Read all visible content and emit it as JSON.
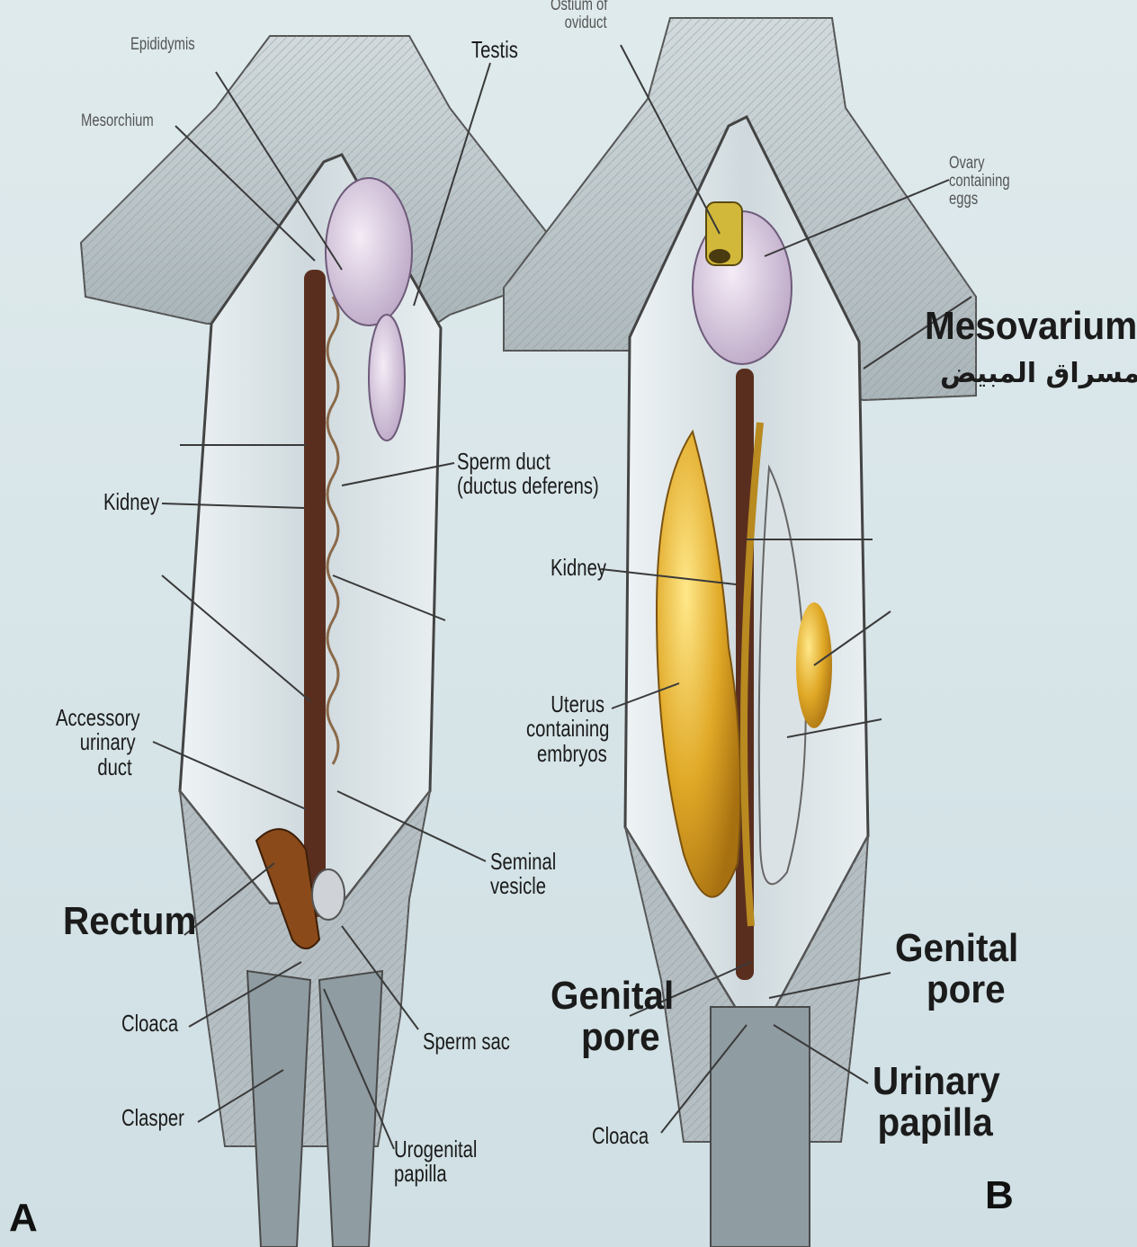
{
  "panels": {
    "a": {
      "letter": "A",
      "labels": {
        "epididymis": "Epididymis",
        "testis": "Testis",
        "mesorchium": "Mesorchium",
        "kidney": "Kidney",
        "sperm_duct": [
          "Sperm duct",
          "(ductus deferens)"
        ],
        "accessory_urinary_duct": [
          "Accessory",
          "urinary",
          "duct"
        ],
        "seminal_vesicle": [
          "Seminal",
          "vesicle"
        ],
        "rectum": "Rectum",
        "cloaca": "Cloaca",
        "sperm_sac": "Sperm sac",
        "clasper": "Clasper",
        "urogenital_papilla": [
          "Urogenital",
          "papilla"
        ]
      }
    },
    "b": {
      "letter": "B",
      "labels": {
        "ostium_of_oviduct": [
          "Ostium of",
          "oviduct"
        ],
        "ovary_containing_eggs": [
          "Ovary",
          "containing",
          "eggs"
        ],
        "mesovarium": "Mesovarium",
        "mesovarium_arabic": "مسراق المبيض",
        "kidney": "Kidney",
        "uterus_containing_embryos": [
          "Uterus",
          "containing",
          "embryos"
        ],
        "genital_pore_left": [
          "Genital",
          "pore"
        ],
        "genital_pore_right": [
          "Genital",
          "pore"
        ],
        "urinary_papilla": [
          "Urinary",
          "papilla"
        ],
        "cloaca": "Cloaca"
      }
    }
  },
  "colors": {
    "background": "#d9e6ea",
    "body": "#c9d4d8",
    "fin": "#b9c3c7",
    "kidney": "#5a2e1e",
    "testis": "#d9c6e0",
    "uterus": "#d7a21e",
    "rectum": "#8a4a1a",
    "leader": "#3a3a3a"
  }
}
